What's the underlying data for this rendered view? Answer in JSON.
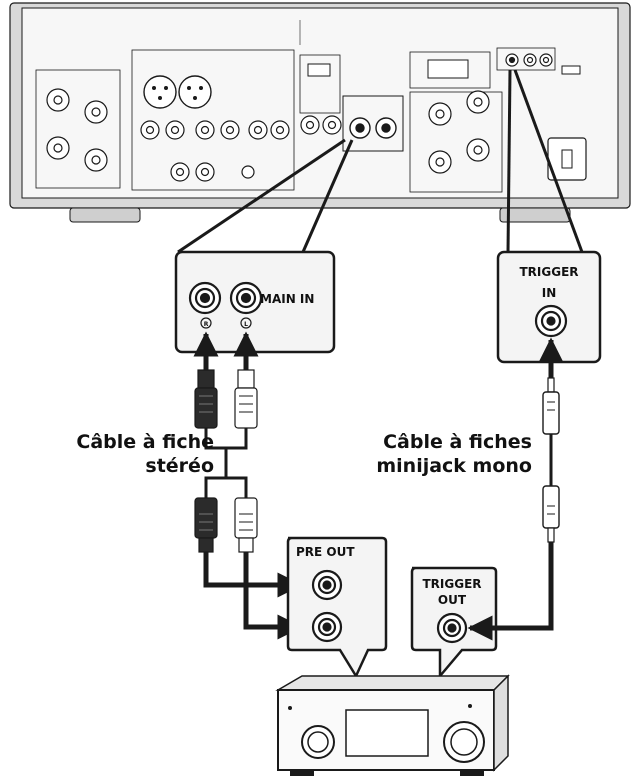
{
  "callouts": {
    "main_in": "MAIN IN",
    "trigger_in_line1": "TRIGGER",
    "trigger_in_line2": "IN",
    "pre_out": "PRE OUT",
    "trigger_out_line1": "TRIGGER",
    "trigger_out_line2": "OUT"
  },
  "channels": {
    "right": "R",
    "left": "L"
  },
  "cables": {
    "stereo_line1": "Câble à fiche",
    "stereo_line2": "stéréo",
    "mono_line1": "Câble à fiches",
    "mono_line2": "minijack mono"
  },
  "colors": {
    "line": "#1a1a1a",
    "panel_fill": "#f4f4f4",
    "chassis_shade": "#d9d9d9",
    "plug_dark": "#2b2b2b",
    "plug_light": "#ffffff"
  }
}
